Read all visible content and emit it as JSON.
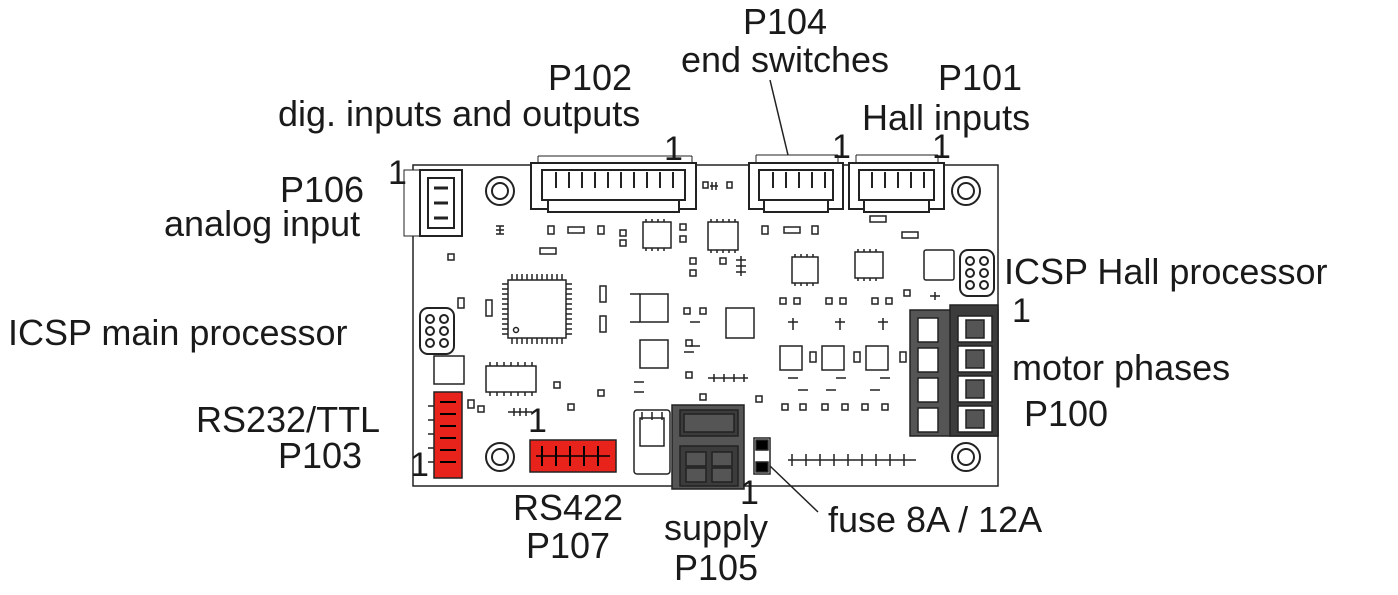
{
  "labels": {
    "p104_id": "P104",
    "p104_desc": "end switches",
    "p102_id": "P102",
    "p102_desc": "dig. inputs and outputs",
    "p101_id": "P101",
    "p101_desc": "Hall inputs",
    "p106_id": "P106",
    "p106_desc": "analog input",
    "icsp_hall": "ICSP Hall processor",
    "icsp_main": "ICSP main processor",
    "motor_phases": "motor phases",
    "p100_id": "P100",
    "rs232_desc": "RS232/TTL",
    "p103_id": "P103",
    "rs422_desc": "RS422",
    "p107_id": "P107",
    "supply_desc": "supply",
    "p105_id": "P105",
    "fuse": "fuse 8A / 12A"
  },
  "pin_markers": {
    "p102": "1",
    "p104": "1",
    "p101": "1",
    "p106": "1",
    "icsp_hall": "1",
    "p103": "1",
    "p107": "1",
    "p105": "1"
  },
  "colors": {
    "header_red": "#e8231c",
    "connector_gray": "#555555",
    "ink": "#1a1a1a"
  }
}
